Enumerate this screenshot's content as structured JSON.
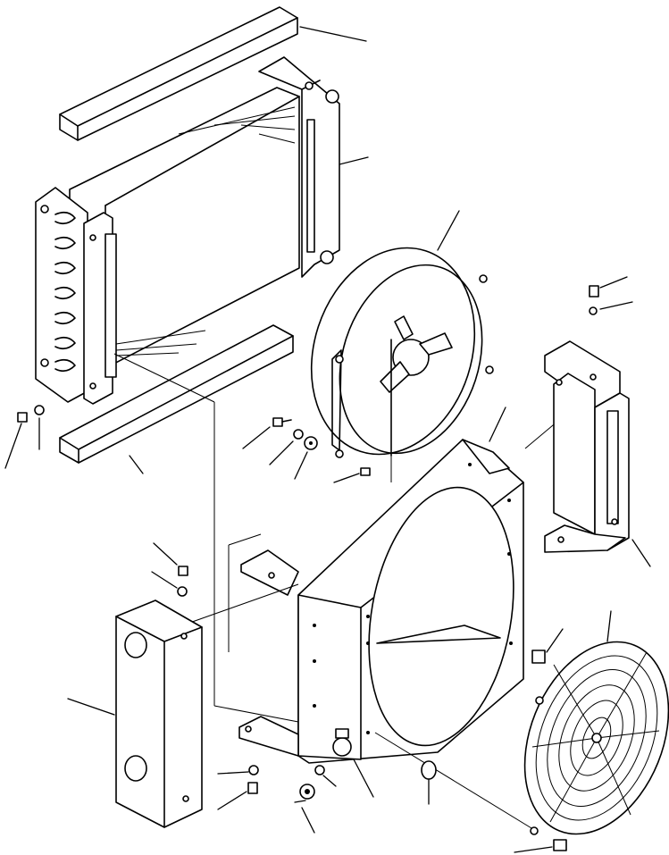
{
  "diagram": {
    "kind": "exploded parts diagram",
    "line_color": "#000000",
    "background": "#ffffff",
    "parts": [
      "top-seal-strip",
      "radiator-core",
      "side-bracket",
      "bottom-seal-strip",
      "fan-assembly",
      "fan-shroud",
      "right-mounting-bracket",
      "left-side-cover",
      "fan-guard",
      "bolts",
      "washers",
      "nuts"
    ]
  }
}
